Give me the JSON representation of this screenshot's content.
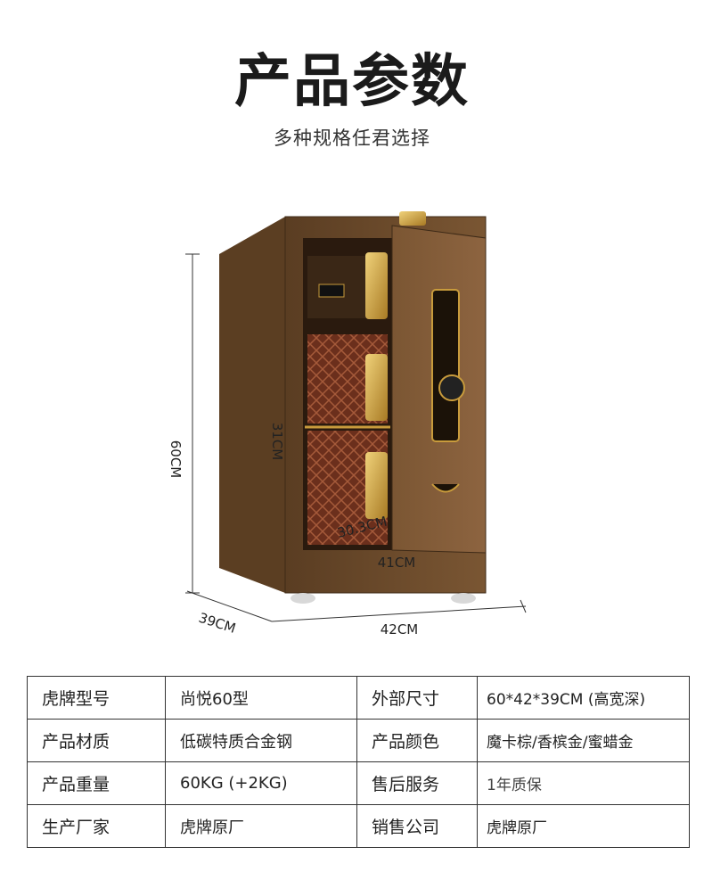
{
  "header": {
    "title": "产品参数",
    "subtitle": "多种规格任君选择"
  },
  "dimensions": {
    "height": "60CM",
    "width": "42CM",
    "depth": "39CM",
    "inner_height": "31CM",
    "inner_depth": "30.3CM",
    "inner_width": "41CM"
  },
  "specs": {
    "rows": [
      [
        {
          "label": "虎牌型号",
          "value": "尚悦60型"
        },
        {
          "label": "外部尺寸",
          "value": "60*42*39CM (高宽深)"
        }
      ],
      [
        {
          "label": "产品材质",
          "value": "低碳特质合金钢"
        },
        {
          "label": "产品颜色",
          "value": "魔卡棕/香槟金/蜜蜡金"
        }
      ],
      [
        {
          "label": "产品重量",
          "value": "60KG (+2KG)"
        },
        {
          "label": "售后服务",
          "value": "1年质保"
        }
      ],
      [
        {
          "label": "生产厂家",
          "value": "虎牌原厂"
        },
        {
          "label": "销售公司",
          "value": "虎牌原厂"
        }
      ]
    ]
  },
  "colors": {
    "safe_body": "#6a4a2c",
    "safe_dark": "#3e2a17",
    "gold": "#c89b3c"
  }
}
